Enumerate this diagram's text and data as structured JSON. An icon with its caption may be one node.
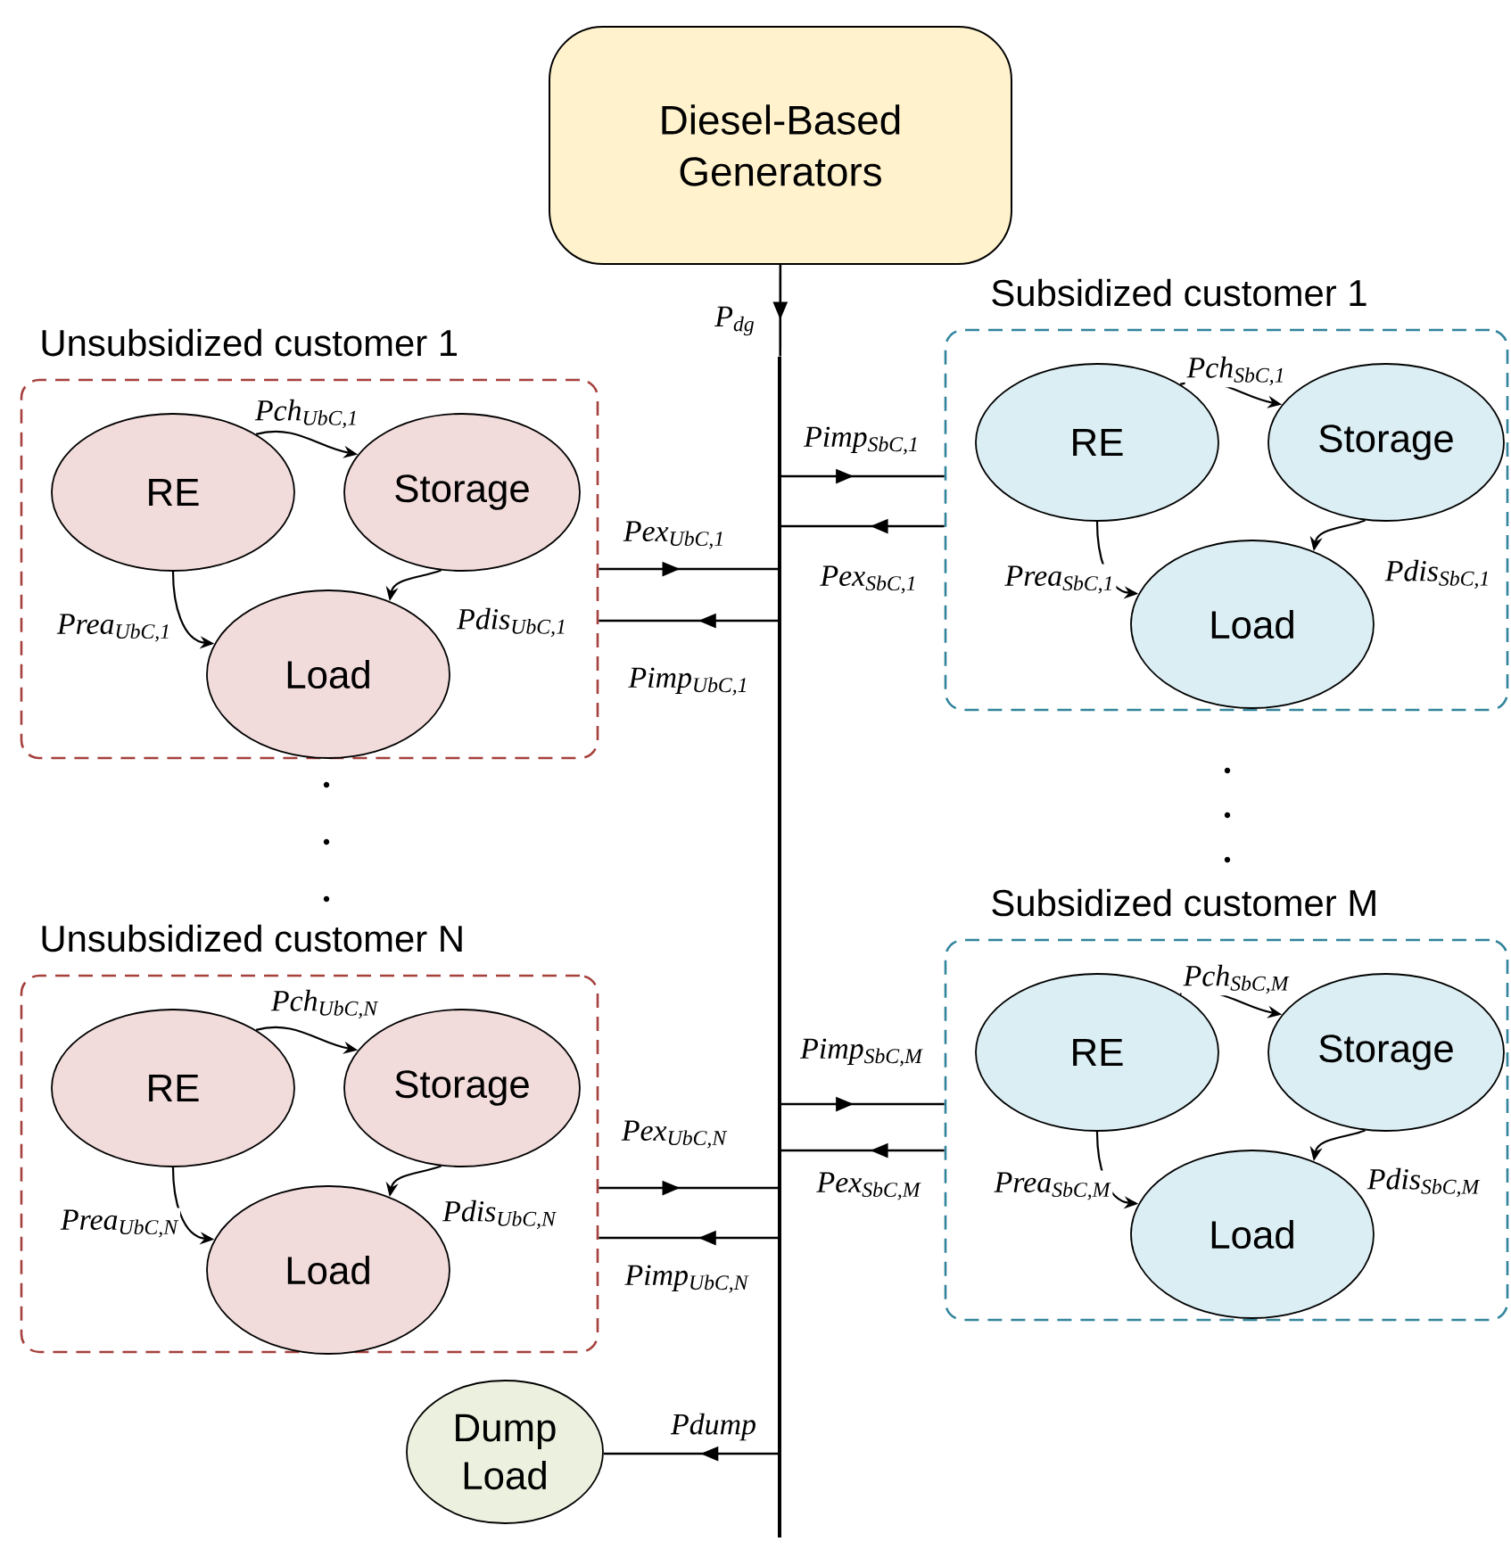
{
  "diagram": {
    "nodes": [
      {
        "text": [
          "Diesel-Based Generators"
        ]
      },
      {
        "text": [
          "Unsubsidized customer 1"
        ]
      },
      {
        "text": [
          "RE"
        ],
        "in": 1
      },
      {
        "text": [
          "Storage"
        ],
        "in": 1
      },
      {
        "text": [
          "Load"
        ],
        "in": 1
      },
      {
        "text": [
          "Subsidized customer 1"
        ]
      },
      {
        "text": [
          "RE"
        ],
        "in": 5
      },
      {
        "text": [
          "Storage"
        ],
        "in": 5
      },
      {
        "text": [
          "Load"
        ],
        "in": 5
      },
      {
        "text": [
          "Unsubsidized customer N"
        ]
      },
      {
        "text": [
          "RE"
        ],
        "in": 9
      },
      {
        "text": [
          "Storage"
        ],
        "in": 9
      },
      {
        "text": [
          "Load"
        ],
        "in": 9
      },
      {
        "text": [
          "Subsidized customer M"
        ]
      },
      {
        "text": [
          "RE"
        ],
        "in": 13
      },
      {
        "text": [
          "Storage"
        ],
        "in": 13
      },
      {
        "text": [
          "Load"
        ],
        "in": 13
      },
      {
        "text": [
          "Dump Load"
        ]
      },
      {
        "text": [],
        "shape": "bar"
      }
    ],
    "edges": [
      {
        "from": 0,
        "to": 18,
        "arrow": "to",
        "label": "P$_{dg}$"
      },
      {
        "from": 2,
        "to": 3,
        "arrow": "to",
        "label": "Pch$_{UbC,1}$"
      },
      {
        "from": 2,
        "to": 4,
        "arrow": "to",
        "label": "Prea$_{UbC,1}$"
      },
      {
        "from": 3,
        "to": 4,
        "arrow": "to",
        "label": "Pdis$_{UbC,1}$"
      },
      {
        "from": 1,
        "to": 18,
        "arrow": "to",
        "label": "Pex$_{UbC,1}$"
      },
      {
        "from": 18,
        "to": 1,
        "arrow": "to",
        "label": "Pimp$_{UbC,1}$"
      },
      {
        "from": 6,
        "to": 7,
        "arrow": "to",
        "label": "Pch$_{SbC,1}$"
      },
      {
        "from": 6,
        "to": 8,
        "arrow": "to",
        "label": "Prea$_{SbC,1}$"
      },
      {
        "from": 7,
        "to": 8,
        "arrow": "to",
        "label": "Pdis$_{SbC,1}$"
      },
      {
        "from": 18,
        "to": 5,
        "arrow": "to",
        "label": "Pimp$_{SbC,1}$"
      },
      {
        "from": 5,
        "to": 18,
        "arrow": "to",
        "label": "Pex$_{SbC,1}$"
      },
      {
        "from": 10,
        "to": 11,
        "arrow": "to",
        "label": "Pch$_{UbC,N}$"
      },
      {
        "from": 10,
        "to": 12,
        "arrow": "to",
        "label": "Prea$_{UbC,N}$"
      },
      {
        "from": 11,
        "to": 12,
        "arrow": "to",
        "label": "Pdis$_{UbC,N}$"
      },
      {
        "from": 9,
        "to": 18,
        "arrow": "to",
        "label": "Pex$_{UbC,N}$"
      },
      {
        "from": 18,
        "to": 9,
        "arrow": "to",
        "label": "Pimp$_{UbC,N}$"
      },
      {
        "from": 14,
        "to": 15,
        "arrow": "to",
        "label": "Pch$_{SbC,M}$"
      },
      {
        "from": 14,
        "to": 16,
        "arrow": "to",
        "label": "Prea$_{SbC,M}$"
      },
      {
        "from": 15,
        "to": 16,
        "arrow": "to",
        "label": "Pdis$_{SbC,M}$"
      },
      {
        "from": 18,
        "to": 13,
        "arrow": "to",
        "label": "Pimp$_{SbC,M}$"
      },
      {
        "from": 13,
        "to": 18,
        "arrow": "to",
        "label": "Pex$_{SbC,M}$"
      },
      {
        "from": 18,
        "to": 17,
        "arrow": "to",
        "label": "Pdump"
      }
    ]
  }
}
